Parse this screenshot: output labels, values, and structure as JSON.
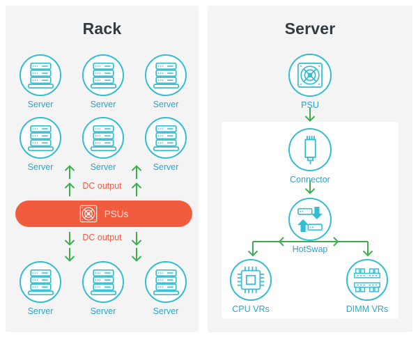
{
  "rack": {
    "title": "Rack",
    "server_label": "Server",
    "dc_output_top": "DC output",
    "dc_output_bottom": "DC output",
    "psus_label": "PSUs"
  },
  "server": {
    "title": "Server",
    "psu_label": "PSU",
    "connector_label": "Connector",
    "hotswap_label": "HotSwap",
    "cpu_vrs_label": "CPU VRs",
    "dimm_vrs_label": "DIMM VRs"
  },
  "colors": {
    "teal": "#33BCD2",
    "teal_text": "#2BA6C9",
    "green": "#3FAE4E",
    "orange": "#F15B3E",
    "dc_output_text": "#ED5C45",
    "title_text": "#333B42",
    "panel_background": "#F4F4F5"
  }
}
